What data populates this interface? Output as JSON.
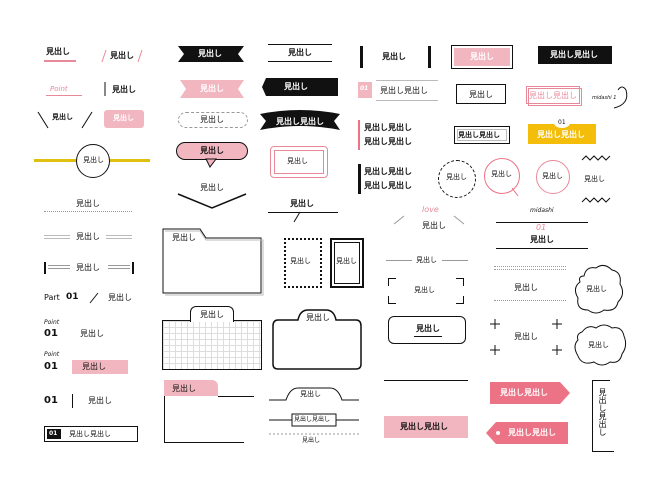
{
  "heading": "見出し",
  "heading_double": "見出し見出し",
  "part_label": "Part",
  "number_label": "01",
  "script_point": "Point",
  "script_love": "love",
  "script_midashi": "midashi",
  "script_01": "01",
  "script_midashi1": "midashi 1",
  "colors": {
    "pink": "#f2b6c0",
    "dark_pink": "#ec7285",
    "black": "#111111",
    "gold": "#f3bd0a",
    "gray": "#bdbdbd"
  }
}
